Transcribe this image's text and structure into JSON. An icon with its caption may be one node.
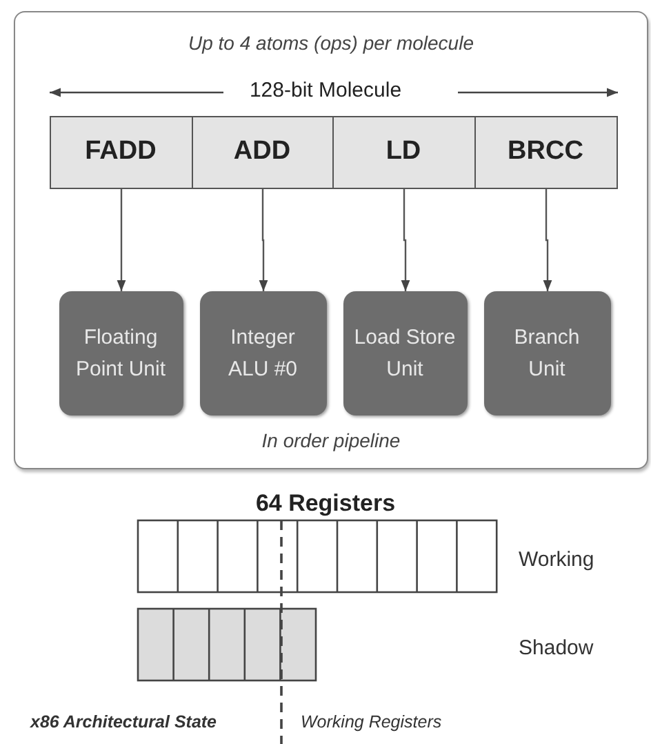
{
  "diagram": {
    "nodes": [
      {
        "text": [
          "Up to 4 atoms (ops) per molecule",
          "In order pipeline"
        ]
      },
      {
        "text": [
          "FADD"
        ],
        "in": 0
      },
      {
        "text": [
          "ADD"
        ],
        "in": 0
      },
      {
        "text": [
          "LD"
        ],
        "in": 0
      },
      {
        "text": [
          "BRCC"
        ],
        "in": 0
      },
      {
        "text": [
          "Floating Point Unit"
        ],
        "in": 0
      },
      {
        "text": [
          "Integer ALU #0"
        ],
        "in": 0
      },
      {
        "text": [
          "Load Store Unit"
        ],
        "in": 0
      },
      {
        "text": [
          "Branch Unit"
        ],
        "in": 0
      }
    ],
    "edges": [
      {
        "from": 1,
        "to": 5,
        "arrow": "to"
      },
      {
        "from": 2,
        "to": 6,
        "arrow": "to"
      },
      {
        "from": 3,
        "to": 7,
        "arrow": "to"
      },
      {
        "from": 4,
        "to": 8,
        "arrow": "to"
      }
    ],
    "labels": [
      "128-bit Molecule",
      "64 Registers",
      "Working",
      "Shadow",
      "x86 Architectural State",
      "Working Registers"
    ]
  }
}
